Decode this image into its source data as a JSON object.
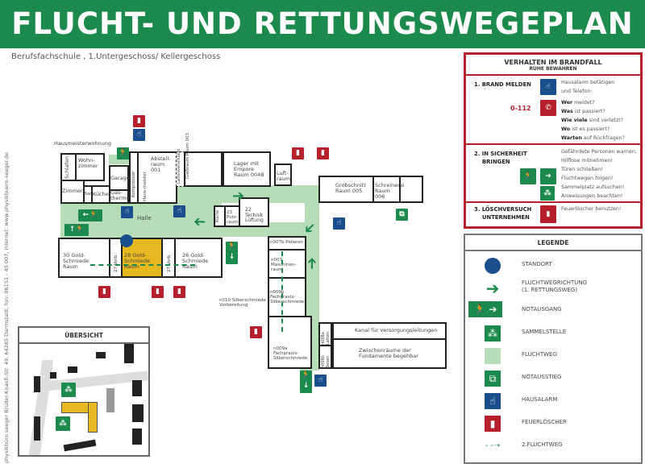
{
  "header": {
    "title": "FLUCHT- UND RETTUNGSWEGEPLAN",
    "subtitle": "Berufsfachschule , 1.Untergeschoss/ Kellergeschoss"
  },
  "credit": {
    "text": "physikbüro seeger   Bruder-Knauß-Str. 49, 64285 Darmstadt, fon: 06151 - 45 007, internet: www.physikbuero-seeger.de"
  },
  "brandfall": {
    "title": "VERHALTEN IM BRANDFALL",
    "subtitle": "RUHE BEWAHREN",
    "step1": {
      "label_num": "1.",
      "label": "BRAND MELDEN",
      "phone": "0-112",
      "text1": "Hausalarm betätigen",
      "text2": "und Telefon:",
      "questions": [
        {
          "b": "Wer",
          "t": " meldet?"
        },
        {
          "b": "Was",
          "t": " ist passiert?"
        },
        {
          "b": "Wie viele",
          "t": " sind verletzt?"
        },
        {
          "b": "Wo",
          "t": " ist es passiert?"
        },
        {
          "b": "Warten",
          "t": " auf Rückfragen?"
        }
      ]
    },
    "step2": {
      "label_num": "2.",
      "label1": "IN SICHERHEIT",
      "label2": "BRINGEN",
      "lines": [
        "Gefährdete Personen warnen,",
        "Hilflose mitnehmen!",
        "Türen schließen!",
        "Fluchtwegen folgen!",
        "Sammelplatz aufsuchen!",
        "Anweisungen beachten!"
      ]
    },
    "step3": {
      "label_num": "3.",
      "label1": "LÖSCHVERSUCH",
      "label2": "UNTERNEHMEN",
      "text": "Feuerlöscher benutzen!"
    }
  },
  "legend": {
    "title": "LEGENDE",
    "items": [
      {
        "icon": "location-dot-icon",
        "label": "STANDORT"
      },
      {
        "icon": "escape-direction-arrow-icon",
        "label": "FLUCHTWEGRICHTUNG",
        "label2": "(1. RETTUNGSWEG)"
      },
      {
        "icon": "emergency-exit-icon",
        "label": "NOTAUSGANG"
      },
      {
        "icon": "assembly-point-icon",
        "label": "SAMMELSTELLE"
      },
      {
        "icon": "escape-route-area-icon",
        "label": "FLUCHTWEG"
      },
      {
        "icon": "emergency-window-exit-icon",
        "label": "NOTAUSSTIEG"
      },
      {
        "icon": "fire-alarm-icon",
        "label": "HAUSALARM"
      },
      {
        "icon": "fire-extinguisher-icon",
        "label": "FEUERLÖSCHER"
      },
      {
        "icon": "secondary-escape-route-icon",
        "label": "2.FLUCHTWEG"
      }
    ]
  },
  "overview": {
    "title": "ÜBERSICHT"
  },
  "colors": {
    "green": "#1c8a4c",
    "red": "#b5202a",
    "blue": "#1a4e8c",
    "route": "#b7dcb8",
    "location": "#e8b820"
  },
  "rooms": {
    "hausmeister": "Hausmeisterwohnung",
    "schlafen": "Schlafen",
    "wohn": "Wohn-zimmer",
    "zimmer": "Zimmer",
    "bad": "Bad",
    "kueche": "Küche",
    "gas": "Gas-therme",
    "garage": "Garage",
    "kompressor": "Kompressor",
    "hausmeister2": "Haus-meister",
    "abstell": "Abstell-raum 001",
    "latten": "Lattenverschläge",
    "giess": "Gießraum Raum 003",
    "lager": "Lager mit Empore Raum 004B",
    "luft": "Luft-raum",
    "grob": "Grobschnitt Raum 005",
    "schrein": "Schreinerei Raum 006",
    "halle": "Halle",
    "kueche2": "Küche",
    "putz": "23 Putz-raum",
    "technik": "22 Technik Lüftung",
    "r30": "30 Gold-Schmiede Raum",
    "r27a": "27 Vorb.",
    "r28": "28 Gold-Schmiede Raum",
    "r27b": "27 Vorb.",
    "r26": "26 Gold-Schmiede Raum",
    "polieren": "n007b Polieren",
    "maschinen": "n007 Maschinen-raum",
    "fach1": "n009b Fachpraxis-Silberschmiede",
    "silber": "n010 Silberschmiede Vorbereitung",
    "fach2": "n009a Fachpraxis-Silberschmiede",
    "latten2": "n008a Latten",
    "besen": "n008b Besen",
    "kanal": "Kanal für Versorgungsleitungen",
    "zwischen": "Zwischenräume der Fundamente begehbar"
  }
}
